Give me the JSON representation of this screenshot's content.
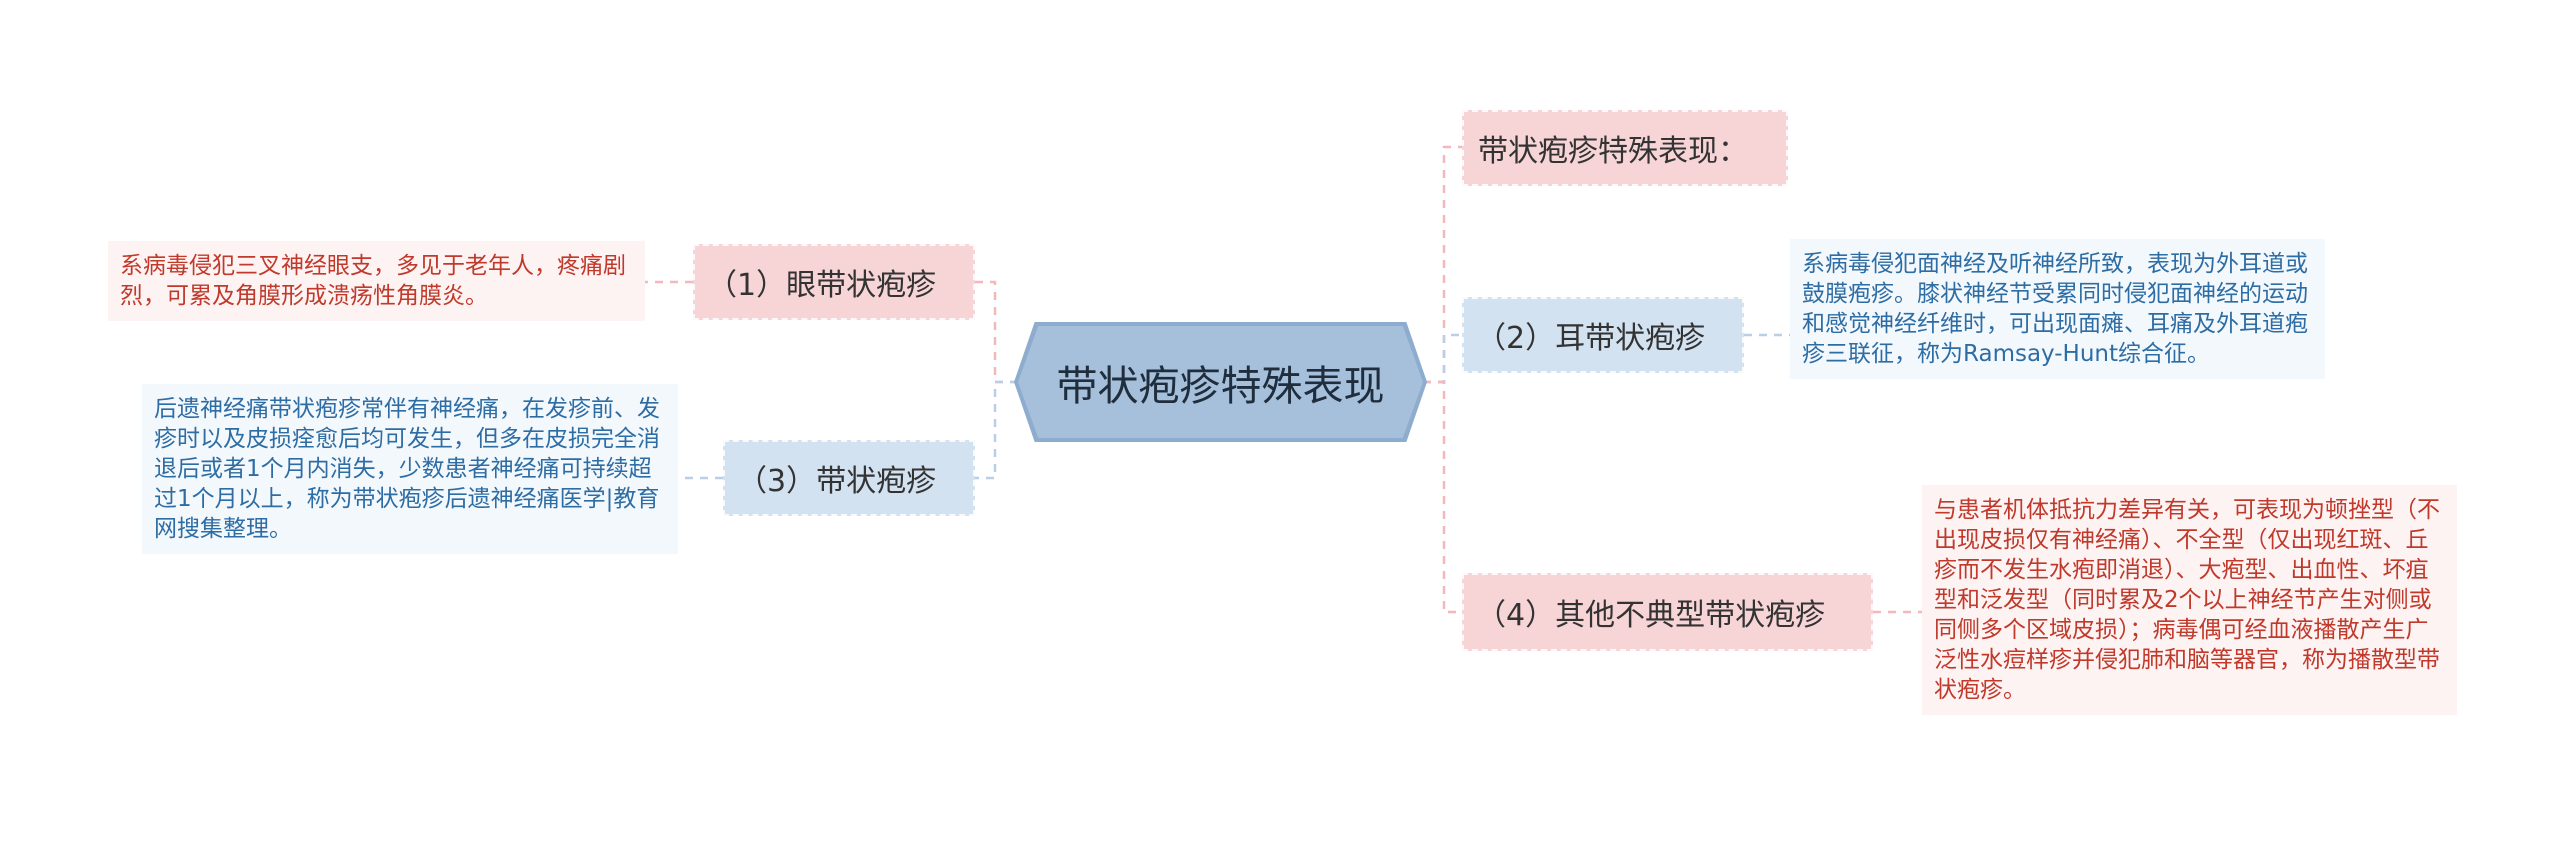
{
  "root": {
    "label": "带状疱疹特殊表现"
  },
  "branches": {
    "title": "带状疱疹特殊表现：",
    "eye": "（1）眼带状疱疹",
    "ear": "（2）耳带状疱疹",
    "zoster": "（3）带状疱疹",
    "other": "（4）其他不典型带状疱疹"
  },
  "leaves": {
    "eye": "系病毒侵犯三叉神经眼支，多见于老年人，疼痛剧烈，可累及角膜形成溃疡性角膜炎。",
    "ear": "系病毒侵犯面神经及听神经所致，表现为外耳道或鼓膜疱疹。膝状神经节受累同时侵犯面神经的运动和感觉神经纤维时，可出现面瘫、耳痛及外耳道疱疹三联征，称为Ramsay-Hunt综合征。",
    "zoster": "后遗神经痛带状疱疹常伴有神经痛，在发疹前、发疹时以及皮损痊愈后均可发生，但多在皮损完全消退后或者1个月内消失，少数患者神经痛可持续超过1个月以上，称为带状疱疹后遗神经痛医学|教育网搜集整理。",
    "other": "与患者机体抵抗力差异有关，可表现为顿挫型（不出现皮损仅有神经痛）、不全型（仅出现红斑、丘疹而不发生水疱即消退）、大疱型、出血性、坏疽型和泛发型（同时累及2个以上神经节产生对侧或同侧多个区域皮损）；病毒偶可经血液播散产生广泛性水痘样疹并侵犯肺和脑等器官，称为播散型带状疱疹。"
  },
  "colors": {
    "root": "#a6c0db",
    "pink": "#f7d5d7",
    "blue": "#d3e2f1",
    "leaf_red_text": "#c0392b",
    "leaf_blue_text": "#2e6da4",
    "connector_pink": "#f2b8bc",
    "connector_blue": "#b8cfe6"
  }
}
